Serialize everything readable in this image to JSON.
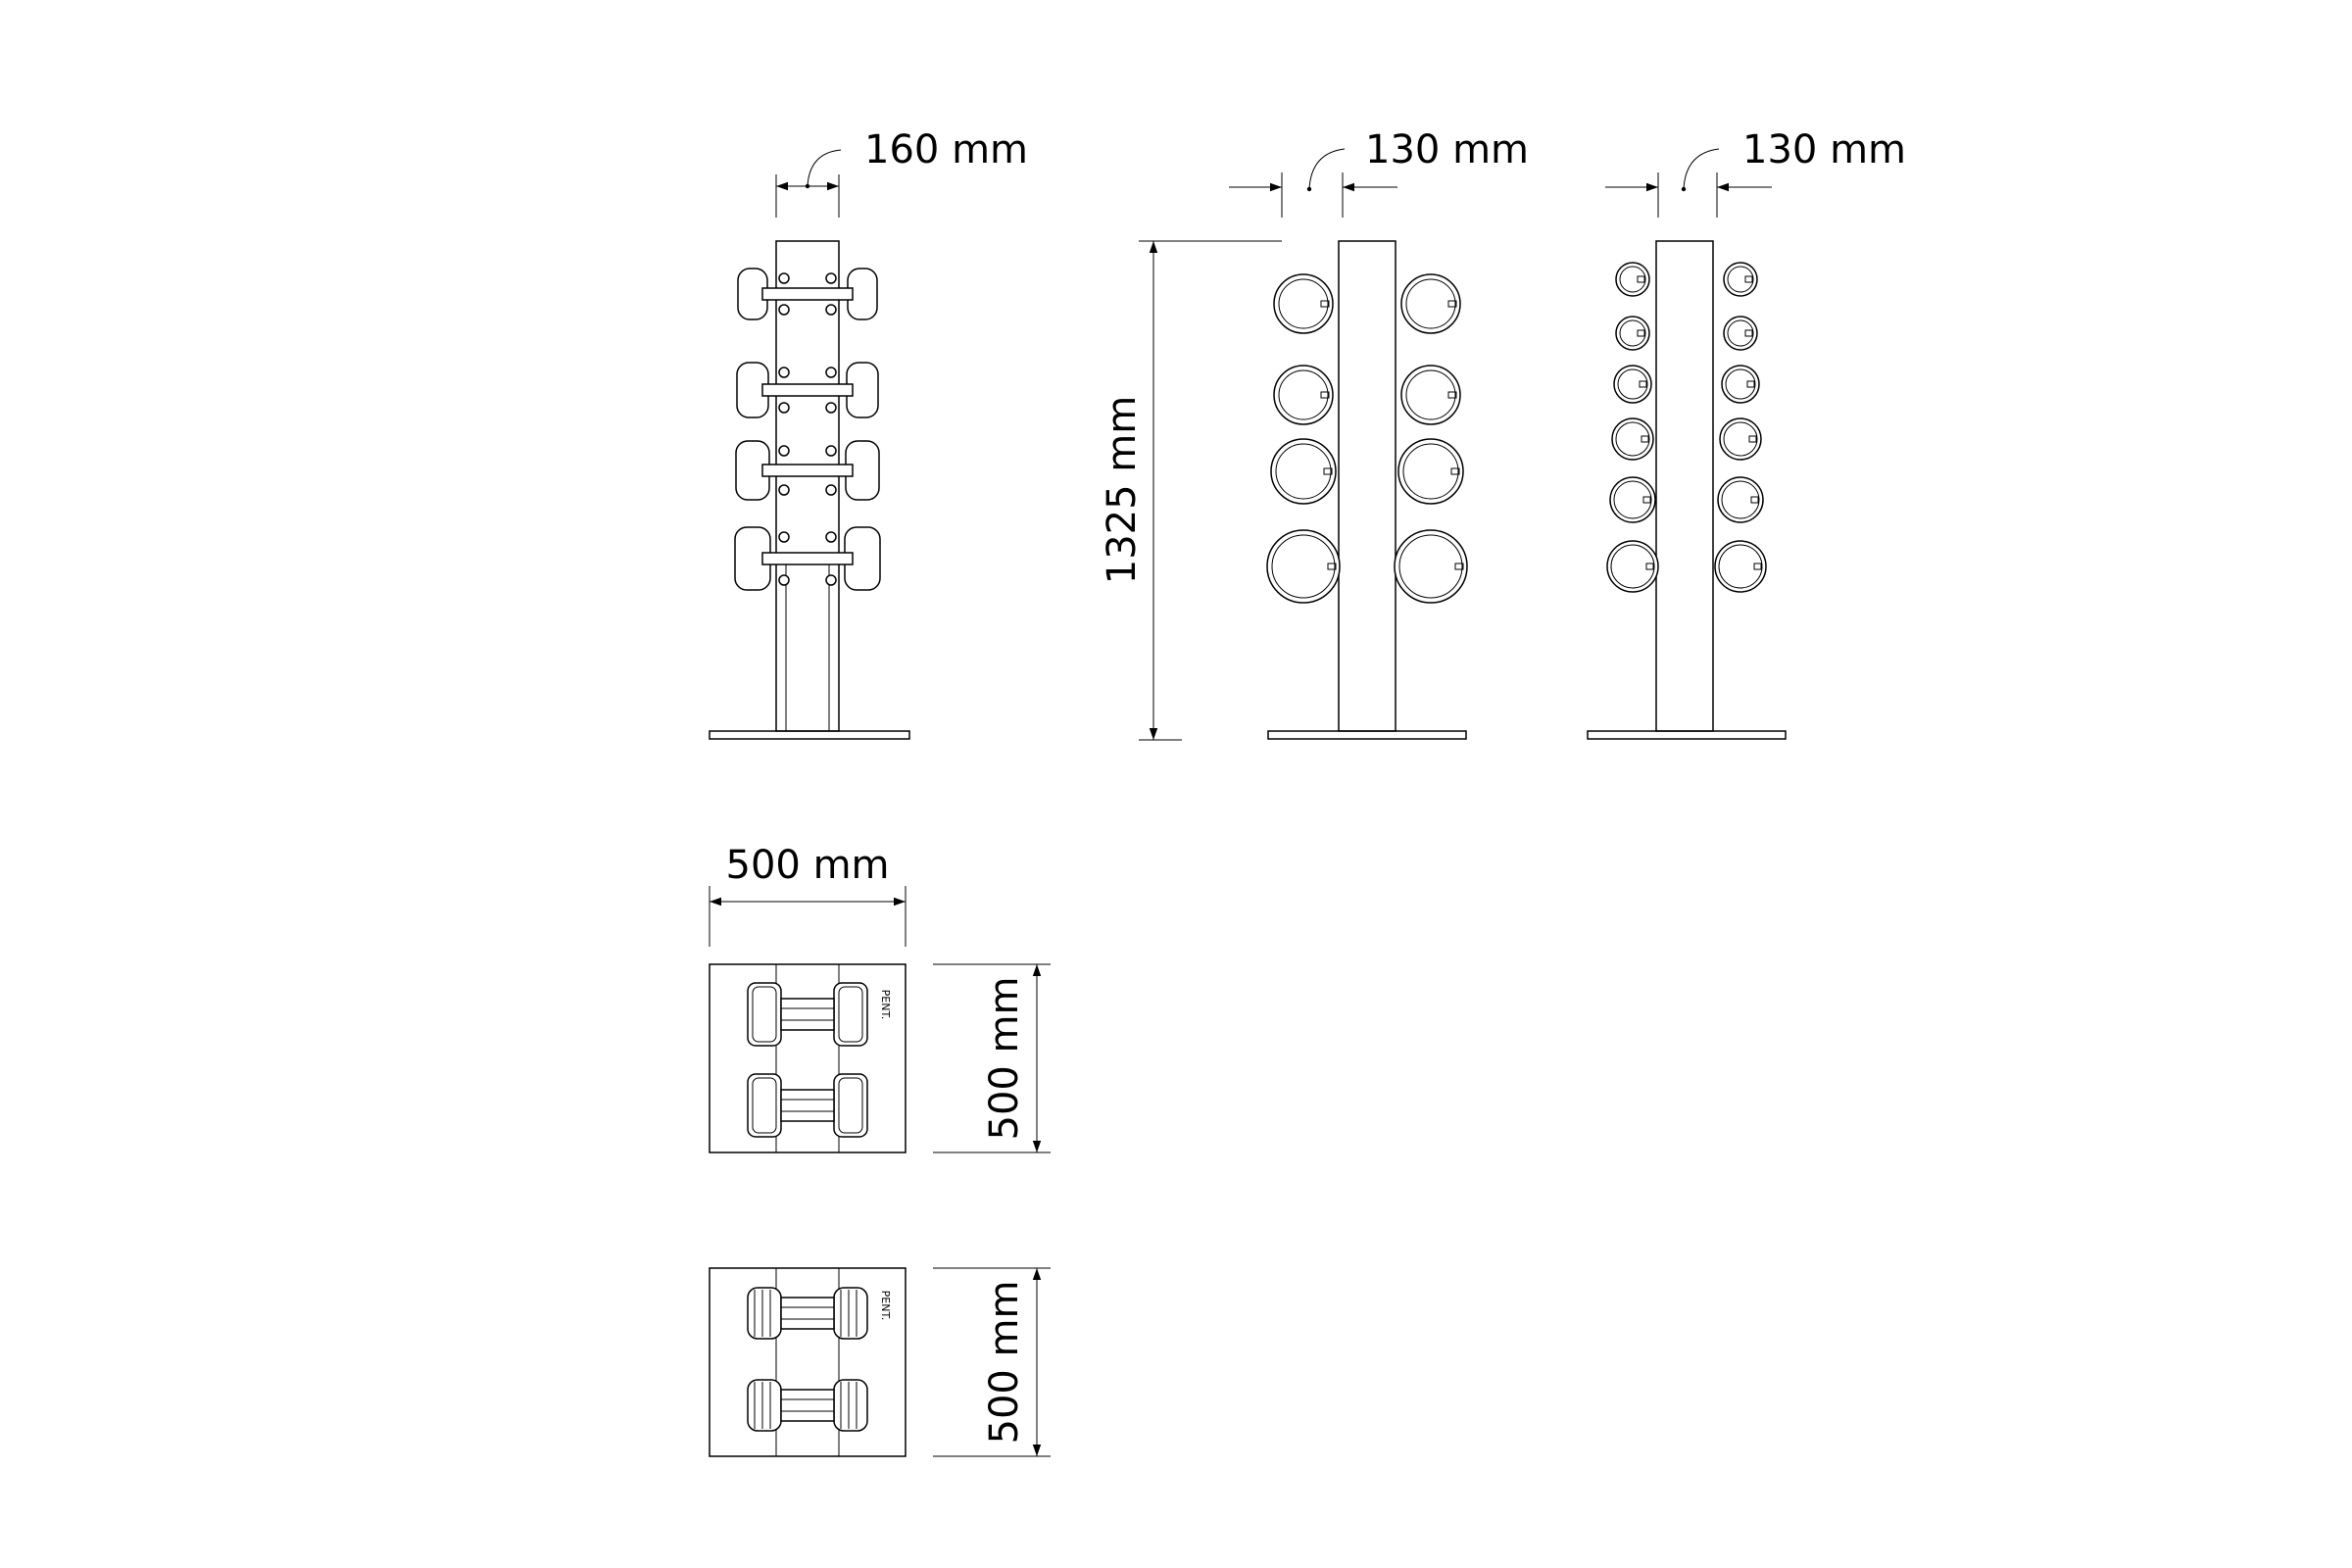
{
  "dimensions": {
    "side_view_depth": "160 mm",
    "front_view_width": "130 mm",
    "front_view_small_width": "130 mm",
    "height": "1325 mm",
    "base_width": "500 mm",
    "base_depth_top": "500 mm",
    "base_depth_bottom": "500 mm"
  },
  "brand_mark": "PENT.",
  "views": {
    "side_view_dumbbell_pairs": 4,
    "front_view_large_weights_per_side": 4,
    "front_view_small_weights_per_side": 6
  }
}
